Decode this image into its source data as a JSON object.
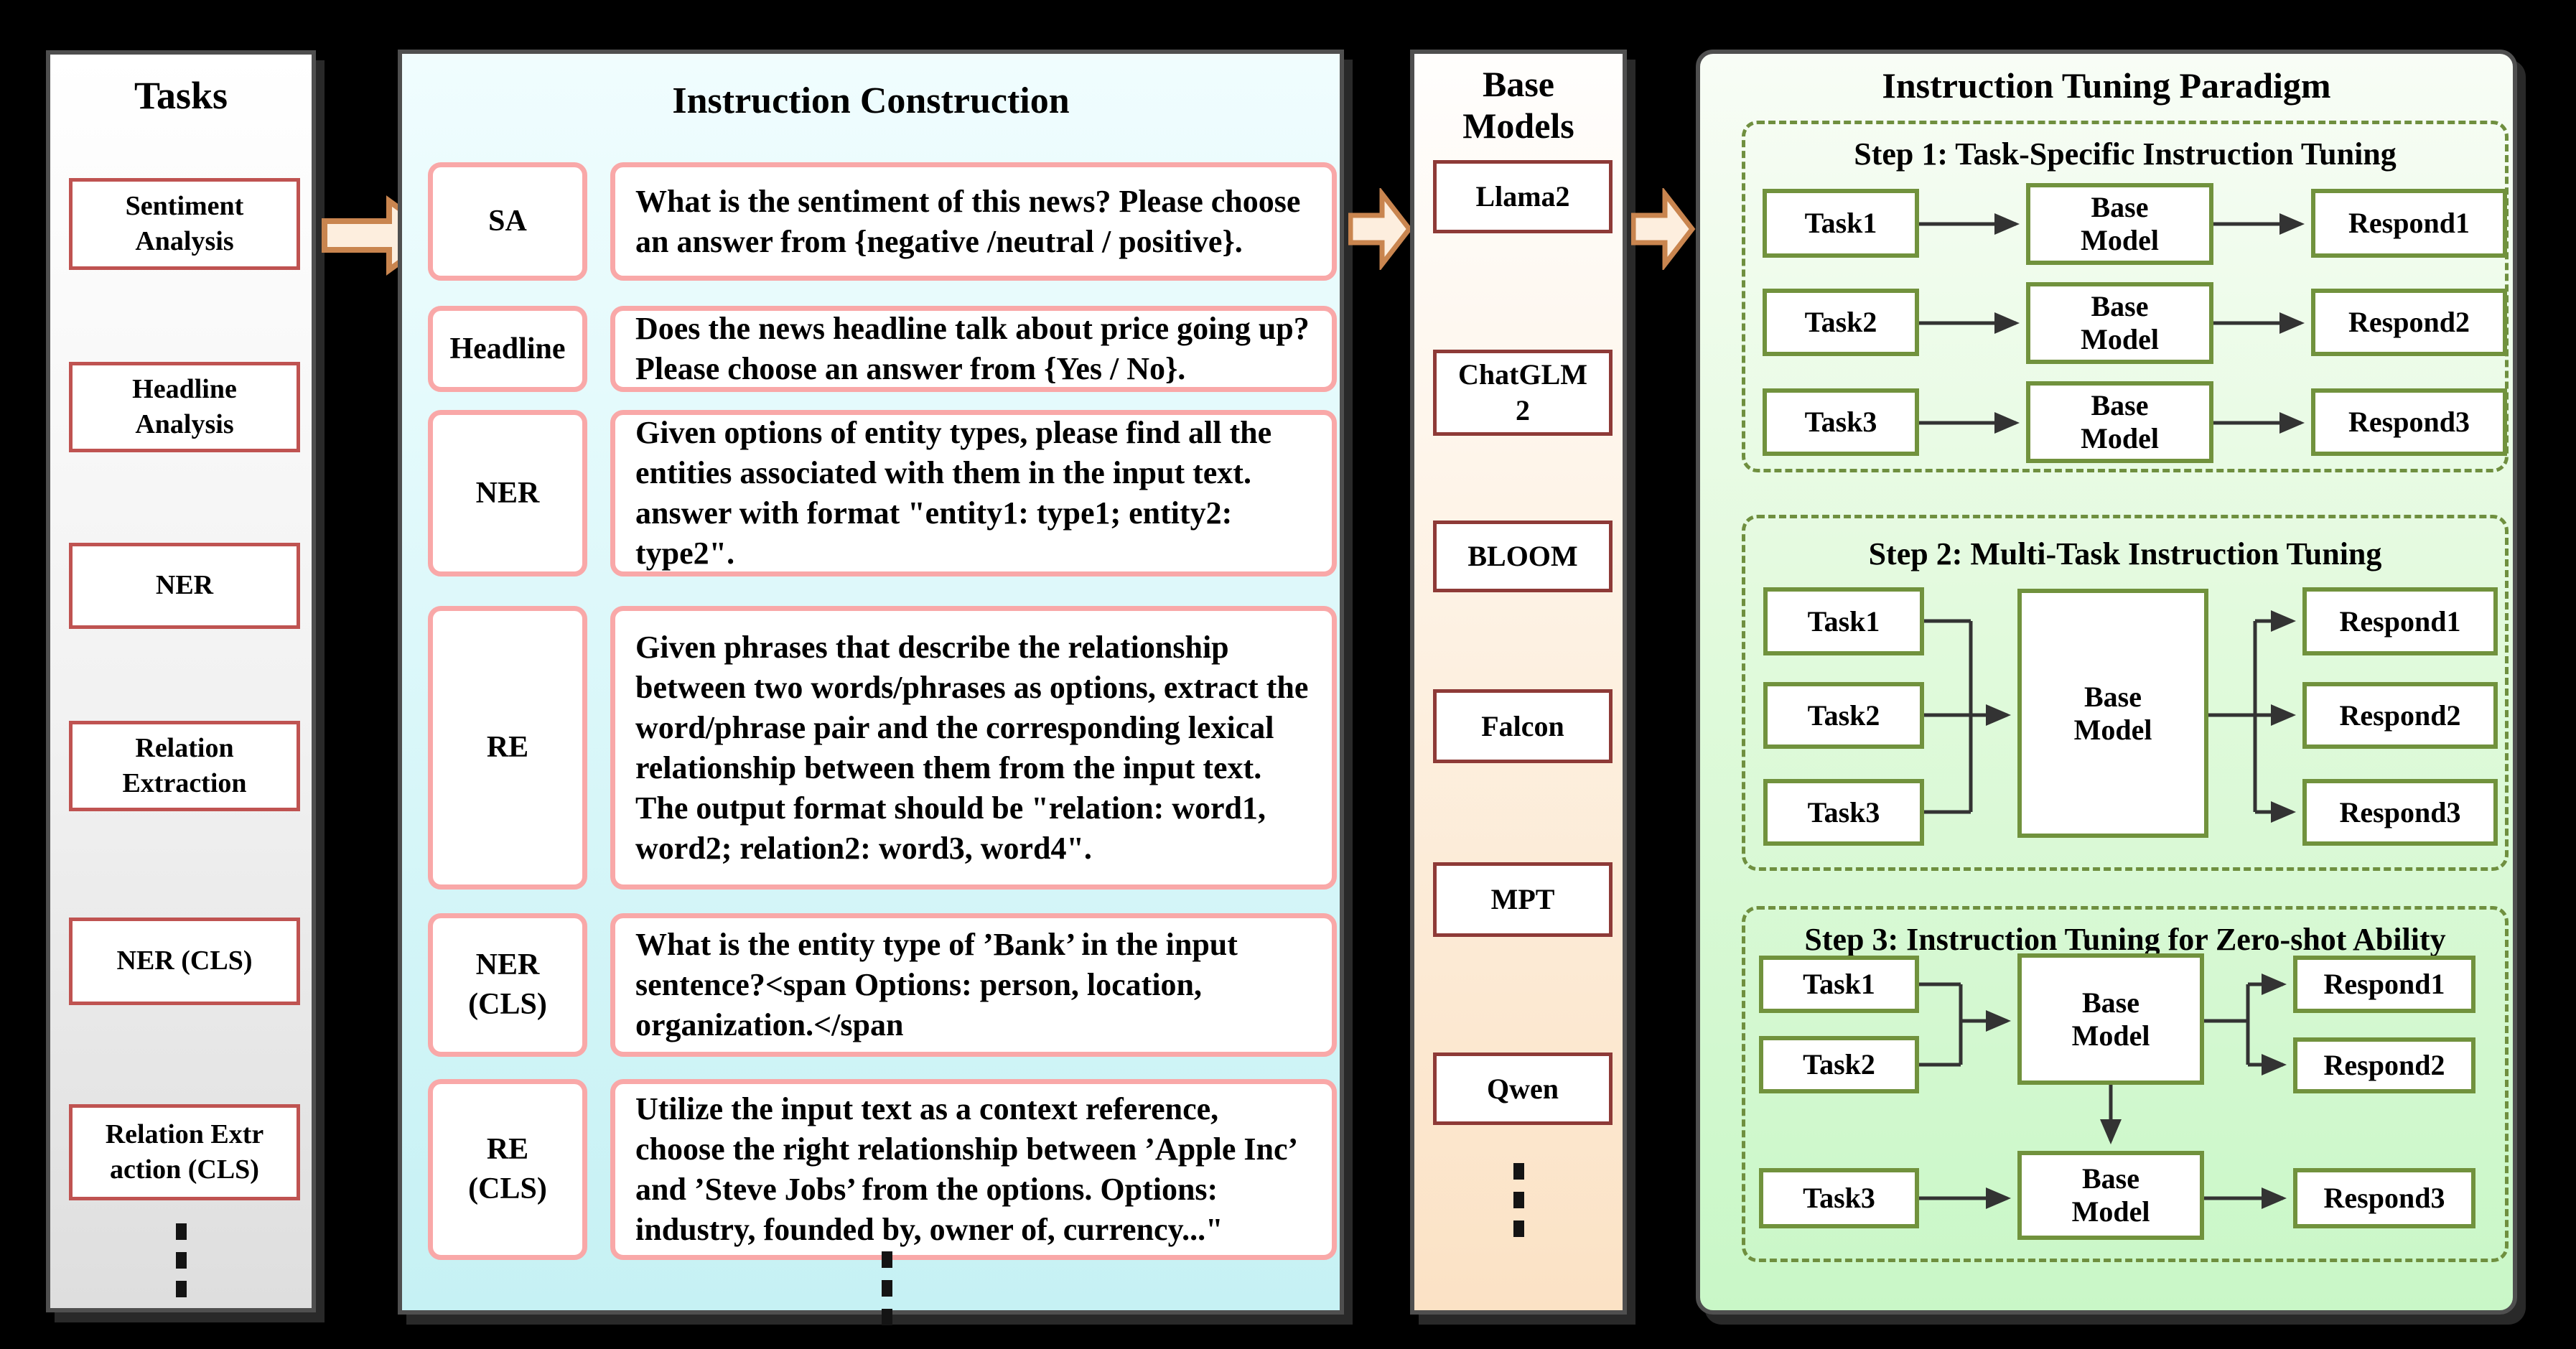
{
  "colors": {
    "panel_border": "#4f4f4f",
    "tasks_box_border": "#bf5351",
    "instruction_box_border": "#f9a8a8",
    "model_box_border": "#8e3a37",
    "step_box_border": "#71923d",
    "step_dashed_border": "#6f8f3f",
    "flow_arrow_fill": "#fdeede",
    "flow_arrow_stroke": "#c9854f",
    "connector_line": "#333333"
  },
  "tasks": {
    "title": "Tasks",
    "items": [
      "Sentiment\nAnalysis",
      "Headline\nAnalysis",
      "NER",
      "Relation\nExtraction",
      "NER (CLS)",
      "Relation Extr\naction (CLS)"
    ]
  },
  "instruction_construction": {
    "title": "Instruction Construction",
    "rows": [
      {
        "label": "SA",
        "text": "What is the sentiment of this news? Please choose an answer from {negative /neutral / positive}."
      },
      {
        "label": "Headline",
        "text": "Does the news headline talk about price going up? Please choose an answer from {Yes / No}."
      },
      {
        "label": "NER",
        "text": "Given options of entity types, please find all the entities associated with them in the input text. answer with format \"entity1: type1; entity2: type2\"."
      },
      {
        "label": "RE",
        "text": "Given phrases that describe the relationship between two words/phrases as options, extract the word/phrase pair and the corresponding lexical relationship between them from the input text. The output format should be \"relation: word1, word2; relation2: word3, word4\"."
      },
      {
        "label": "NER\n(CLS)",
        "text": "What is the entity type of ’Bank’ in the input sentence?<span Options: person, location, organization.</span"
      },
      {
        "label": "RE\n(CLS)",
        "text": "Utilize the input text as a context reference, choose the right relationship between ’Apple Inc’ and ’Steve Jobs’ from the options. Options: industry, founded by, owner of, currency...\""
      }
    ]
  },
  "base_models": {
    "title": "Base\nModels",
    "items": [
      "Llama2",
      "ChatGLM\n2",
      "BLOOM",
      "Falcon",
      "MPT",
      "Qwen"
    ]
  },
  "paradigm": {
    "title": "Instruction Tuning Paradigm",
    "step1": {
      "title": "Step 1: Task-Specific Instruction Tuning",
      "rows": [
        {
          "task": "Task1",
          "model": "Base\nModel",
          "respond": "Respond1"
        },
        {
          "task": "Task2",
          "model": "Base\nModel",
          "respond": "Respond2"
        },
        {
          "task": "Task3",
          "model": "Base\nModel",
          "respond": "Respond3"
        }
      ]
    },
    "step2": {
      "title": "Step 2: Multi-Task Instruction Tuning",
      "tasks": [
        "Task1",
        "Task2",
        "Task3"
      ],
      "model": "Base\nModel",
      "responds": [
        "Respond1",
        "Respond2",
        "Respond3"
      ]
    },
    "step3": {
      "title": "Step 3: Instruction Tuning for Zero-shot Ability",
      "tasks": [
        "Task1",
        "Task2"
      ],
      "upper_model": "Base\nModel",
      "upper_responds": [
        "Respond1",
        "Respond2"
      ],
      "lower_task": "Task3",
      "lower_model": "Base\nModel",
      "lower_respond": "Respond3"
    }
  }
}
